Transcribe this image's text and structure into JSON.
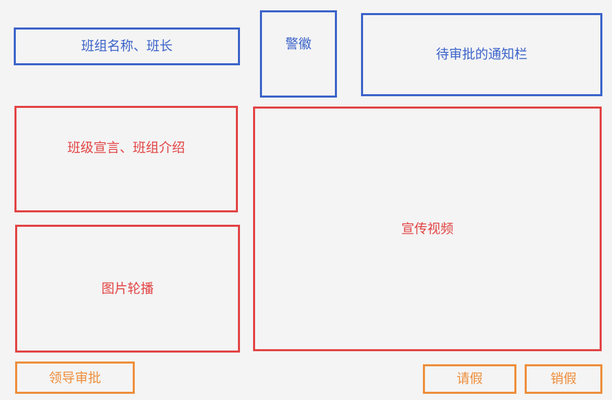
{
  "header": {
    "team_name_label": "班组名称、班长",
    "badge_label": "警徽",
    "notice_label": "待审批的通知栏"
  },
  "content": {
    "declaration_label": "班级宣言、班组介绍",
    "carousel_label": "图片轮播",
    "video_label": "宣传视频"
  },
  "actions": {
    "leader_approve_label": "领导审批",
    "leave_request_label": "请假",
    "leave_cancel_label": "销假"
  },
  "colors": {
    "header_border": "#3b63c9",
    "content_border": "#e24444",
    "action_border": "#ee8e3c",
    "background": "#f4f4f4"
  }
}
